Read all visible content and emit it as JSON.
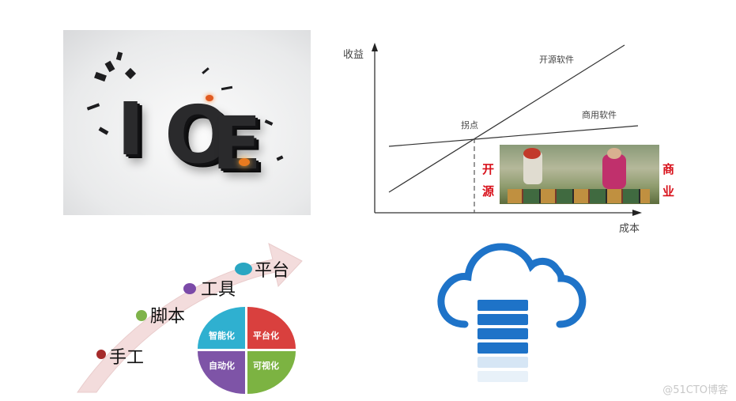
{
  "ioe_image": {
    "letters": [
      "I",
      "O",
      "E"
    ],
    "description": "shattering 3D IOE letters"
  },
  "chart_data": {
    "type": "line",
    "title": "",
    "xlabel": "成本",
    "ylabel": "收益",
    "series": [
      {
        "name": "开源软件",
        "x": [
          0,
          1
        ],
        "y": [
          0.1,
          1.0
        ],
        "note": "steep line"
      },
      {
        "name": "商用软件",
        "x": [
          0,
          1
        ],
        "y": [
          0.4,
          0.52
        ],
        "note": "shallow line"
      }
    ],
    "annotations": [
      {
        "text": "拐点",
        "x": 0.34,
        "y": 0.43,
        "note": "intersection point with dashed vertical drop-line"
      },
      {
        "text": "开源",
        "note": "red vertical text left of inset image"
      },
      {
        "text": "商业",
        "note": "red vertical text right of inset image"
      }
    ],
    "grid": false,
    "legend": "inline labels"
  },
  "chart": {
    "ylabel": "收益",
    "xlabel": "成本",
    "line_open_source": "开源软件",
    "line_commercial": "商用软件",
    "turning_point": "拐点",
    "left_red": [
      "开",
      "源"
    ],
    "right_red": [
      "商",
      "业"
    ]
  },
  "evolution": {
    "stages": [
      {
        "label": "手工",
        "color": "#a52a2a"
      },
      {
        "label": "脚本",
        "color": "#7fb34a"
      },
      {
        "label": "工具",
        "color": "#7b4aa8"
      },
      {
        "label": "平台",
        "color": "#2aa6c2"
      }
    ],
    "quadrants": [
      {
        "label": "智能化",
        "color": "#2fb0d0"
      },
      {
        "label": "平台化",
        "color": "#d9403e"
      },
      {
        "label": "自动化",
        "color": "#7e54a7"
      },
      {
        "label": "可视化",
        "color": "#7cb342"
      }
    ]
  },
  "cloud": {
    "color": "#1e73c8",
    "bars": 4
  },
  "watermark": "@51CTO博客"
}
